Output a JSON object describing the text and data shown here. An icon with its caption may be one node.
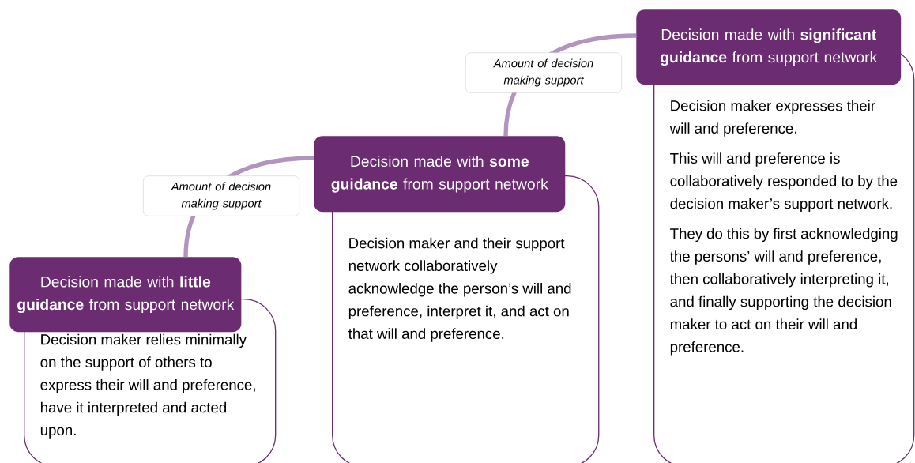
{
  "diagram": {
    "nodes": [
      {
        "text": [
          "Decision made with **little guidance** from support network"
        ]
      },
      {
        "text": [
          "Decision maker relies minimally on the support of others to express their will and preference, have it interpreted and acted upon."
        ]
      },
      {
        "text": [
          "Decision made with **some guidance** from support network"
        ]
      },
      {
        "text": [
          "Decision maker and their support network collaboratively acknowledge the person’s will and preference, interpret it, and act on that will and preference."
        ]
      },
      {
        "text": [
          "Decision made with **significant guidance** from support network"
        ]
      },
      {
        "text": [
          "Decision maker expresses their will and preference.",
          "This will and preference is collaboratively responded to by the decision maker’s support network.",
          "They do this by first acknowledging the persons’ will and preference, then collaboratively interpreting it, and finally supporting the decision maker to act on their will and preference."
        ]
      }
    ],
    "edges": [
      {
        "from": 0,
        "to": 2,
        "arrow": "none",
        "label": "Amount of decision making support"
      },
      {
        "from": 2,
        "to": 4,
        "arrow": "none",
        "label": "Amount of decision making support"
      }
    ]
  }
}
